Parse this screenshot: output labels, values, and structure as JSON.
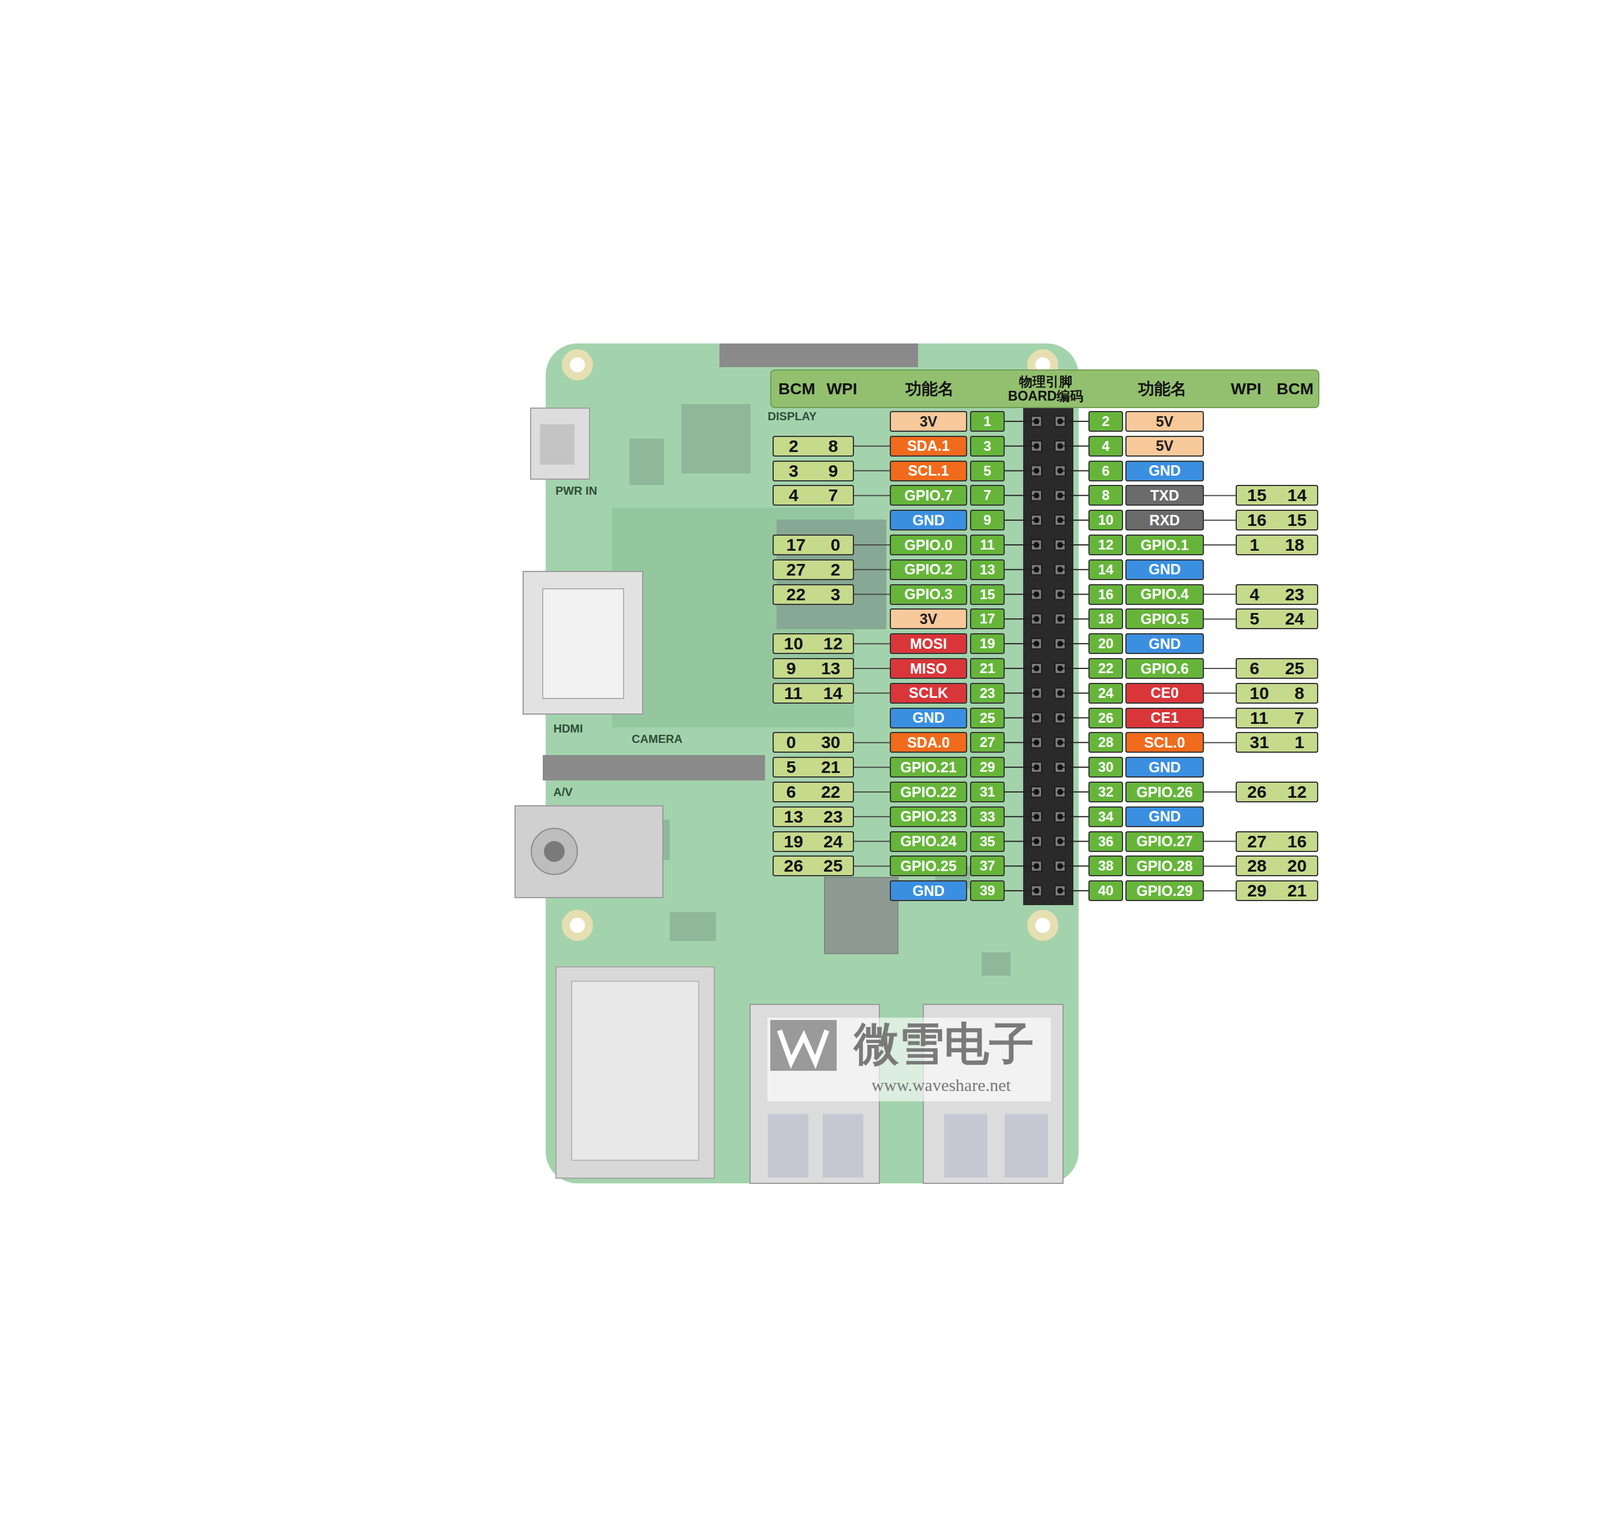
{
  "diagram": {
    "nodes": [
      {
        "text": [
          "BCM",
          "WPI",
          "功能名",
          "物理引脚 BOARD编码",
          "功能名",
          "WPI",
          "BCM"
        ]
      },
      {
        "text": [
          "3V"
        ]
      },
      {
        "text": [
          "1"
        ]
      },
      {
        "text": [
          "2"
        ]
      },
      {
        "text": [
          "5V"
        ]
      },
      {
        "text": [
          "2",
          "8"
        ]
      },
      {
        "text": [
          "SDA.1"
        ]
      },
      {
        "text": [
          "3"
        ]
      },
      {
        "text": [
          "4"
        ]
      },
      {
        "text": [
          "5V"
        ]
      },
      {
        "text": [
          "3",
          "9"
        ]
      },
      {
        "text": [
          "SCL.1"
        ]
      },
      {
        "text": [
          "5"
        ]
      },
      {
        "text": [
          "6"
        ]
      },
      {
        "text": [
          "GND"
        ]
      },
      {
        "text": [
          "4",
          "7"
        ]
      },
      {
        "text": [
          "GPIO.7"
        ]
      },
      {
        "text": [
          "7"
        ]
      },
      {
        "text": [
          "8"
        ]
      },
      {
        "text": [
          "TXD"
        ]
      },
      {
        "text": [
          "15",
          "14"
        ]
      },
      {
        "text": [
          "GND"
        ]
      },
      {
        "text": [
          "9"
        ]
      },
      {
        "text": [
          "10"
        ]
      },
      {
        "text": [
          "RXD"
        ]
      },
      {
        "text": [
          "16",
          "15"
        ]
      },
      {
        "text": [
          "17",
          "0"
        ]
      },
      {
        "text": [
          "GPIO.0"
        ]
      },
      {
        "text": [
          "11"
        ]
      },
      {
        "text": [
          "12"
        ]
      },
      {
        "text": [
          "GPIO.1"
        ]
      },
      {
        "text": [
          "1",
          "18"
        ]
      },
      {
        "text": [
          "27",
          "2"
        ]
      },
      {
        "text": [
          "GPIO.2"
        ]
      },
      {
        "text": [
          "13"
        ]
      },
      {
        "text": [
          "14"
        ]
      },
      {
        "text": [
          "GND"
        ]
      },
      {
        "text": [
          "22",
          "3"
        ]
      },
      {
        "text": [
          "GPIO.3"
        ]
      },
      {
        "text": [
          "15"
        ]
      },
      {
        "text": [
          "16"
        ]
      },
      {
        "text": [
          "GPIO.4"
        ]
      },
      {
        "text": [
          "4",
          "23"
        ]
      },
      {
        "text": [
          "3V"
        ]
      },
      {
        "text": [
          "17"
        ]
      },
      {
        "text": [
          "18"
        ]
      },
      {
        "text": [
          "GPIO.5"
        ]
      },
      {
        "text": [
          "5",
          "24"
        ]
      },
      {
        "text": [
          "10",
          "12"
        ]
      },
      {
        "text": [
          "MOSI"
        ]
      },
      {
        "text": [
          "19"
        ]
      },
      {
        "text": [
          "20"
        ]
      },
      {
        "text": [
          "GND"
        ]
      },
      {
        "text": [
          "9",
          "13"
        ]
      },
      {
        "text": [
          "MISO"
        ]
      },
      {
        "text": [
          "21"
        ]
      },
      {
        "text": [
          "22"
        ]
      },
      {
        "text": [
          "GPIO.6"
        ]
      },
      {
        "text": [
          "6",
          "25"
        ]
      },
      {
        "text": [
          "11",
          "14"
        ]
      },
      {
        "text": [
          "SCLK"
        ]
      },
      {
        "text": [
          "23"
        ]
      },
      {
        "text": [
          "24"
        ]
      },
      {
        "text": [
          "CE0"
        ]
      },
      {
        "text": [
          "10",
          "8"
        ]
      },
      {
        "text": [
          "GND"
        ]
      },
      {
        "text": [
          "25"
        ]
      },
      {
        "text": [
          "26"
        ]
      },
      {
        "text": [
          "CE1"
        ]
      },
      {
        "text": [
          "11",
          "7"
        ]
      },
      {
        "text": [
          "0",
          "30"
        ]
      },
      {
        "text": [
          "SDA.0"
        ]
      },
      {
        "text": [
          "27"
        ]
      },
      {
        "text": [
          "28"
        ]
      },
      {
        "text": [
          "SCL.0"
        ]
      },
      {
        "text": [
          "31",
          "1"
        ]
      },
      {
        "text": [
          "5",
          "21"
        ]
      },
      {
        "text": [
          "GPIO.21"
        ]
      },
      {
        "text": [
          "29"
        ]
      },
      {
        "text": [
          "30"
        ]
      },
      {
        "text": [
          "GND"
        ]
      },
      {
        "text": [
          "6",
          "22"
        ]
      },
      {
        "text": [
          "GPIO.22"
        ]
      },
      {
        "text": [
          "31"
        ]
      },
      {
        "text": [
          "32"
        ]
      },
      {
        "text": [
          "GPIO.26"
        ]
      },
      {
        "text": [
          "26",
          "12"
        ]
      },
      {
        "text": [
          "13",
          "23"
        ]
      },
      {
        "text": [
          "GPIO.23"
        ]
      },
      {
        "text": [
          "33"
        ]
      },
      {
        "text": [
          "34"
        ]
      },
      {
        "text": [
          "GND"
        ]
      },
      {
        "text": [
          "19",
          "24"
        ]
      },
      {
        "text": [
          "GPIO.24"
        ]
      },
      {
        "text": [
          "35"
        ]
      },
      {
        "text": [
          "36"
        ]
      },
      {
        "text": [
          "GPIO.27"
        ]
      },
      {
        "text": [
          "27",
          "16"
        ]
      },
      {
        "text": [
          "26",
          "25"
        ]
      },
      {
        "text": [
          "GPIO.25"
        ]
      },
      {
        "text": [
          "37"
        ]
      },
      {
        "text": [
          "38"
        ]
      },
      {
        "text": [
          "GPIO.28"
        ]
      },
      {
        "text": [
          "28",
          "20"
        ]
      },
      {
        "text": [
          "GND"
        ]
      },
      {
        "text": [
          "39"
        ]
      },
      {
        "text": [
          "40"
        ]
      },
      {
        "text": [
          "GPIO.29"
        ]
      },
      {
        "text": [
          "29",
          "21"
        ]
      }
    ],
    "edges": [
      {
        "from": 5,
        "to": 6,
        "arrow": "none"
      },
      {
        "from": 10,
        "to": 11,
        "arrow": "none"
      },
      {
        "from": 15,
        "to": 16,
        "arrow": "none"
      },
      {
        "from": 19,
        "to": 20,
        "arrow": "none"
      },
      {
        "from": 24,
        "to": 25,
        "arrow": "none"
      },
      {
        "from": 26,
        "to": 27,
        "arrow": "none"
      },
      {
        "from": 30,
        "to": 31,
        "arrow": "none"
      },
      {
        "from": 32,
        "to": 33,
        "arrow": "none"
      },
      {
        "from": 37,
        "to": 38,
        "arrow": "none"
      },
      {
        "from": 41,
        "to": 42,
        "arrow": "none"
      },
      {
        "from": 46,
        "to": 47,
        "arrow": "none"
      },
      {
        "from": 48,
        "to": 49,
        "arrow": "none"
      },
      {
        "from": 53,
        "to": 54,
        "arrow": "none"
      },
      {
        "from": 57,
        "to": 58,
        "arrow": "none"
      },
      {
        "from": 59,
        "to": 60,
        "arrow": "none"
      },
      {
        "from": 63,
        "to": 64,
        "arrow": "none"
      },
      {
        "from": 68,
        "to": 69,
        "arrow": "none"
      },
      {
        "from": 70,
        "to": 71,
        "arrow": "none"
      },
      {
        "from": 74,
        "to": 75,
        "arrow": "none"
      },
      {
        "from": 76,
        "to": 77,
        "arrow": "none"
      },
      {
        "from": 81,
        "to": 82,
        "arrow": "none"
      },
      {
        "from": 85,
        "to": 86,
        "arrow": "none"
      },
      {
        "from": 87,
        "to": 88,
        "arrow": "none"
      },
      {
        "from": 92,
        "to": 93,
        "arrow": "none"
      },
      {
        "from": 96,
        "to": 97,
        "arrow": "none"
      },
      {
        "from": 98,
        "to": 99,
        "arrow": "none"
      },
      {
        "from": 102,
        "to": 103,
        "arrow": "none"
      },
      {
        "from": 107,
        "to": 108,
        "arrow": "none"
      }
    ],
    "labels": [
      "DISPLAY",
      "PWR IN",
      "HDMI",
      "CAMERA",
      "A/V",
      "微雪电子",
      "www.waveshare.net"
    ]
  }
}
